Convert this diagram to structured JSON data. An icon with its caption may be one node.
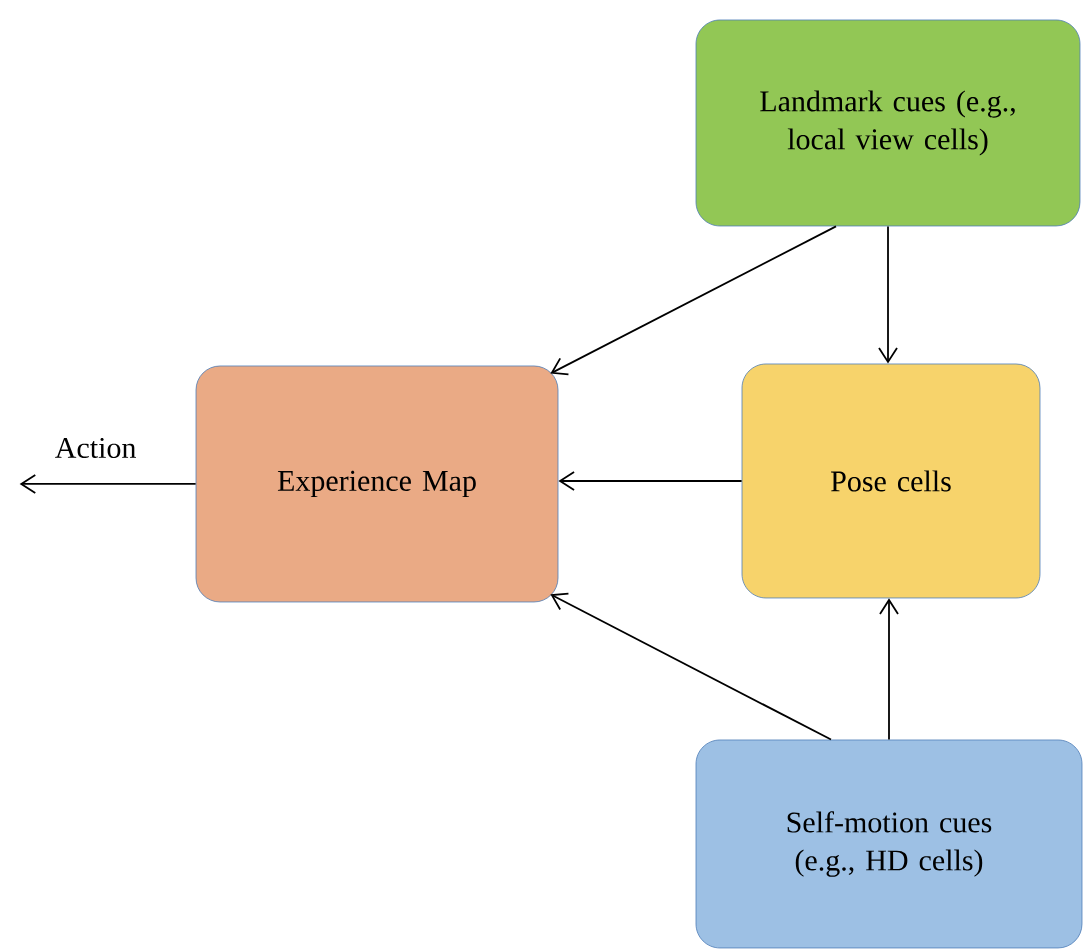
{
  "diagram": {
    "nodes": [
      {
        "text": [
          "Landmark cues (e.g., local view cells)"
        ]
      },
      {
        "text": [
          "Experience Map"
        ]
      },
      {
        "text": [
          "Pose cells"
        ]
      },
      {
        "text": [
          "Self-motion cues (e.g., HD cells)"
        ]
      }
    ],
    "edges": [
      {
        "from": 0,
        "to": 1,
        "arrow": "to"
      },
      {
        "from": 0,
        "to": 2,
        "arrow": "to"
      },
      {
        "from": 2,
        "to": 1,
        "arrow": "to"
      },
      {
        "from": 3,
        "to": 1,
        "arrow": "to"
      },
      {
        "from": 3,
        "to": 2,
        "arrow": "to"
      },
      {
        "from": 1,
        "to": null,
        "arrow": "to",
        "label": "Action"
      }
    ]
  }
}
